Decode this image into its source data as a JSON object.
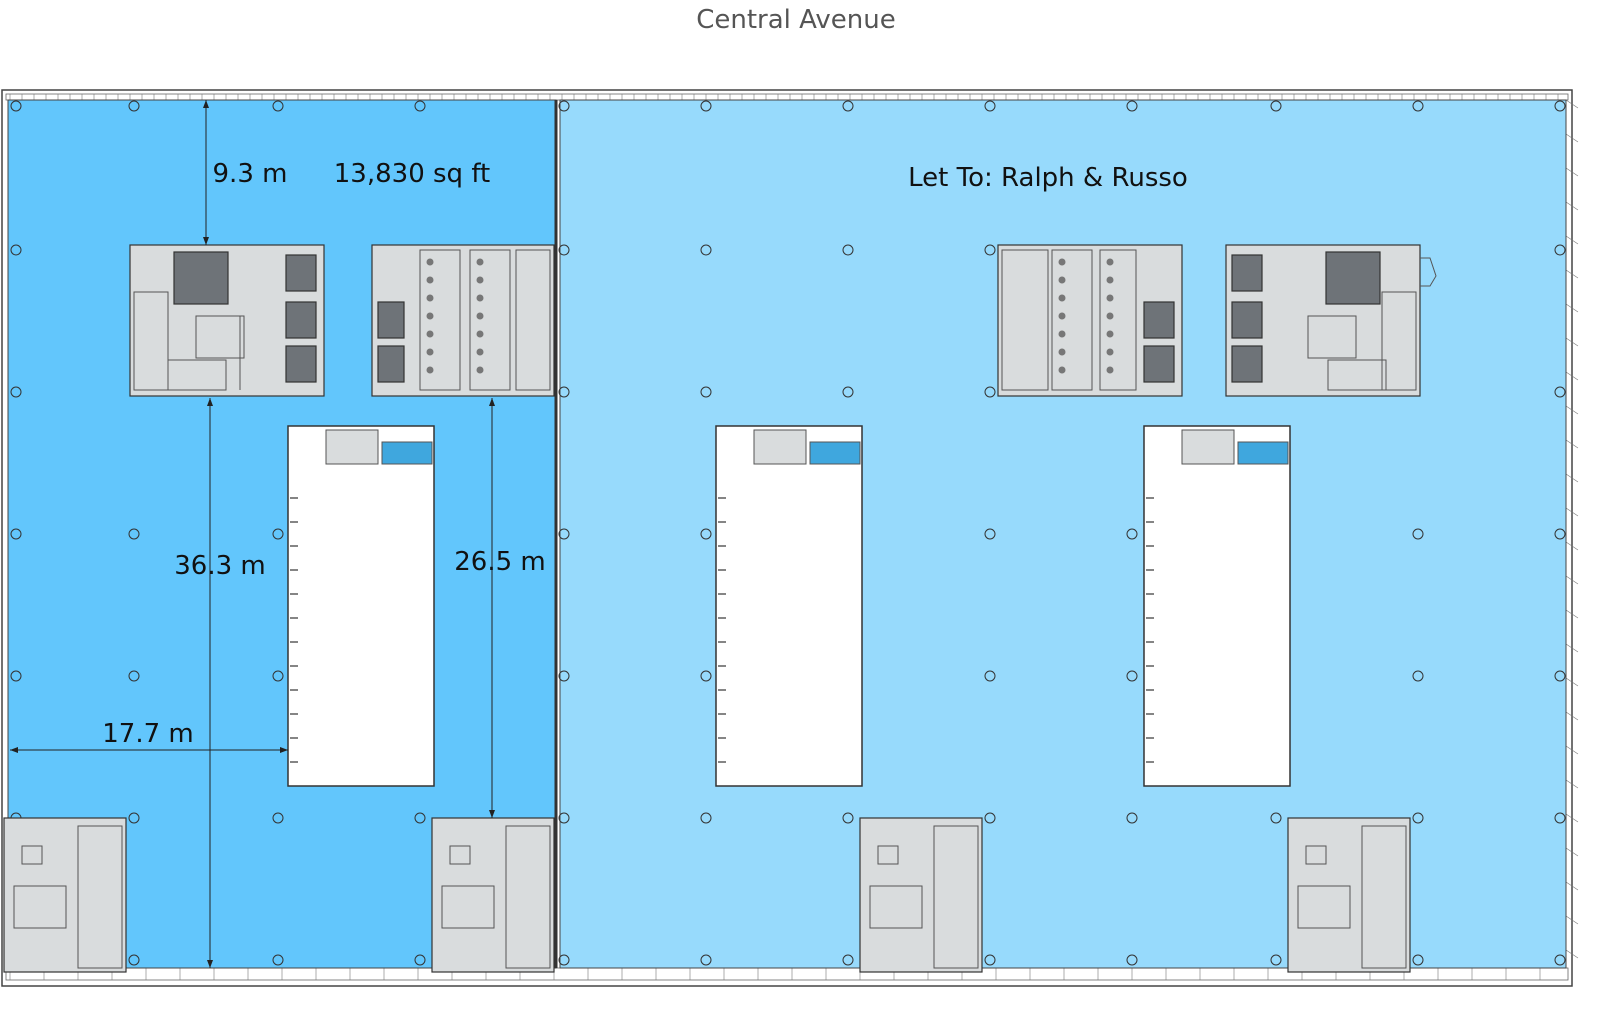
{
  "street": {
    "name": "Central Avenue"
  },
  "units": {
    "available": {
      "area": "13,830 sq ft",
      "color": "#62c6fc"
    },
    "let": {
      "tenant_label": "Let To: Ralph & Russo",
      "color": "#97dafc"
    }
  },
  "dimensions": {
    "d1": "9.3 m",
    "d2": "36.3 m",
    "d3": "26.5 m",
    "d4": "17.7 m"
  },
  "colors": {
    "core_fill": "#d9dcdd",
    "lift_fill": "#6e7378",
    "stair_fill": "#3fa7de",
    "void_fill": "#ffffff"
  }
}
